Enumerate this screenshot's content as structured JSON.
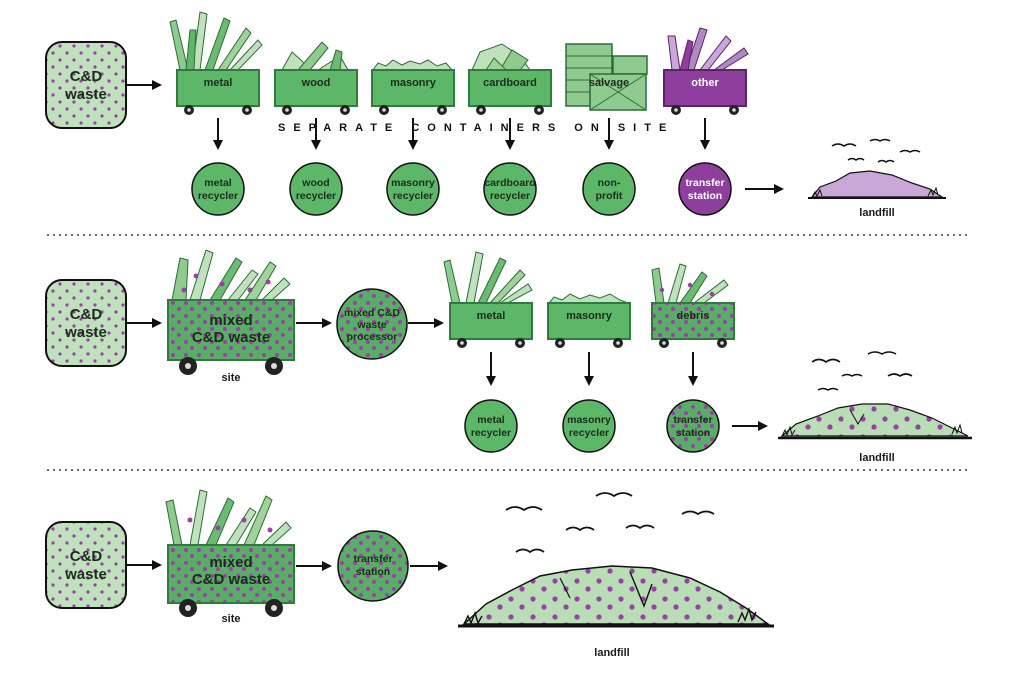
{
  "colors": {
    "green": "#5cb868",
    "green_dark": "#2f7a3c",
    "green_light": "#bfe2bd",
    "purple": "#8e3e9c",
    "purple_light": "#c9a7d6",
    "dots": "#9a3fa8"
  },
  "rows": [
    {
      "source": [
        "C&D",
        "waste"
      ],
      "bins": [
        {
          "label": "metal",
          "style": "green",
          "load": "sticks"
        },
        {
          "label": "wood",
          "style": "green",
          "load": "planks"
        },
        {
          "label": "masonry",
          "style": "green",
          "load": "rubble"
        },
        {
          "label": "cardboard",
          "style": "green",
          "load": "boxes"
        },
        {
          "label": "salvage",
          "style": "salvage",
          "load": "none"
        },
        {
          "label": "other",
          "style": "purple",
          "load": "sticks-purple"
        }
      ],
      "separator_text": "SEPARATE CONTAINERS ON SITE",
      "destinations": [
        {
          "lines": [
            "metal",
            "recycler"
          ],
          "style": "green"
        },
        {
          "lines": [
            "wood",
            "recycler"
          ],
          "style": "green"
        },
        {
          "lines": [
            "masonry",
            "recycler"
          ],
          "style": "green"
        },
        {
          "lines": [
            "cardboard",
            "recycler"
          ],
          "style": "green"
        },
        {
          "lines": [
            "non-",
            "profit"
          ],
          "style": "green"
        },
        {
          "lines": [
            "transfer",
            "station"
          ],
          "style": "purple"
        }
      ],
      "landfill_label": "landfill"
    },
    {
      "source": [
        "C&D",
        "waste"
      ],
      "mixed_bin": [
        "mixed",
        "C&D waste"
      ],
      "site_label": "site",
      "processor": [
        "mixed C&D",
        "waste",
        "processor"
      ],
      "bins": [
        {
          "label": "metal",
          "style": "green"
        },
        {
          "label": "masonry",
          "style": "green"
        },
        {
          "label": "debris",
          "style": "dotted"
        }
      ],
      "destinations": [
        {
          "lines": [
            "metal",
            "recycler"
          ],
          "style": "green"
        },
        {
          "lines": [
            "masonry",
            "recycler"
          ],
          "style": "green"
        },
        {
          "lines": [
            "transfer",
            "station"
          ],
          "style": "dotted"
        }
      ],
      "landfill_label": "landfill"
    },
    {
      "source": [
        "C&D",
        "waste"
      ],
      "mixed_bin": [
        "mixed",
        "C&D waste"
      ],
      "site_label": "site",
      "station": [
        "transfer",
        "station"
      ],
      "landfill_label": "landfill"
    }
  ]
}
